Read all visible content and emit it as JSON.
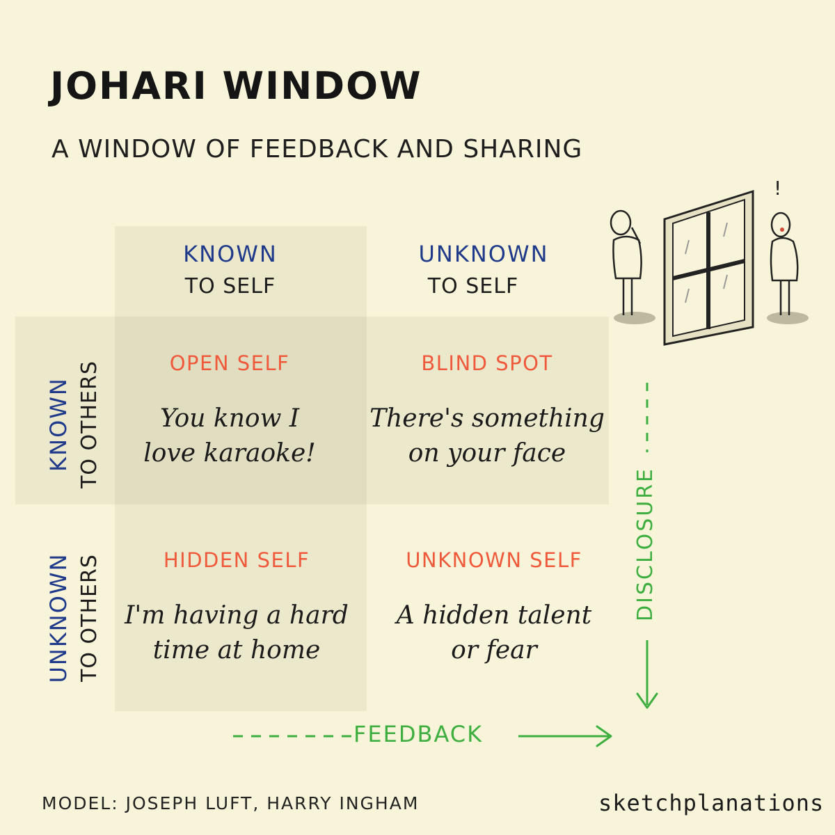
{
  "title": "JOHARI WINDOW",
  "subtitle": "A WINDOW OF FEEDBACK AND SHARING",
  "columns": [
    {
      "top": "KNOWN",
      "bottom": "TO SELF"
    },
    {
      "top": "UNKNOWN",
      "bottom": "TO SELF"
    }
  ],
  "rows": [
    {
      "top": "KNOWN",
      "bottom": "TO OTHERS"
    },
    {
      "top": "UNKNOWN",
      "bottom": "TO OTHERS"
    }
  ],
  "quadrants": {
    "open": {
      "title": "OPEN SELF",
      "line1": "You know I",
      "line2": "love karaoke!"
    },
    "blind": {
      "title": "BLIND SPOT",
      "line1": "There's something",
      "line2": "on your face"
    },
    "hidden": {
      "title": "HIDDEN SELF",
      "line1": "I'm having a hard",
      "line2": "time at home"
    },
    "unknown": {
      "title": "UNKNOWN SELF",
      "line1": "A hidden talent",
      "line2": "or fear"
    }
  },
  "axes": {
    "feedback": "FEEDBACK",
    "disclosure": "DISCLOSURE"
  },
  "footer": {
    "credit": "MODEL: JOSEPH LUFT, HARRY INGHAM",
    "brand": "sketchplanations"
  },
  "illustration": {
    "exclamation": "!"
  },
  "colors": {
    "background": "#f8f4d9",
    "header_blue": "#1f3a8a",
    "quadrant_orange": "#ef5a3c",
    "arrow_green": "#3dae3f"
  }
}
